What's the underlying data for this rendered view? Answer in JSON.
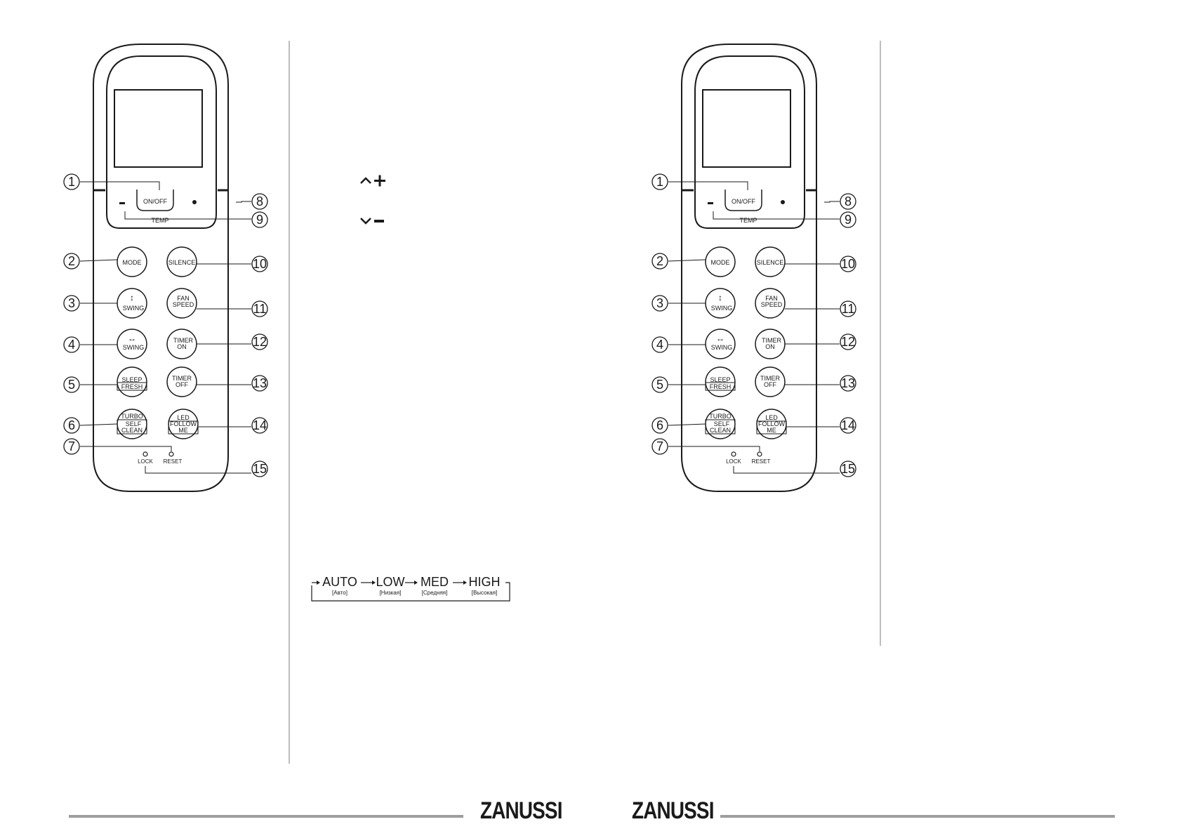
{
  "remote": {
    "buttons": {
      "on_off": "ON/OFF",
      "temp": "TEMP",
      "mode": "MODE",
      "silence": "SILENCE",
      "swing": "SWING",
      "fan": "FAN",
      "speed": "SPEED",
      "timer": "TIMER",
      "on": "ON",
      "off": "OFF",
      "sleep": "SLEEP",
      "fresh": "FRESH",
      "turbo": "TURBO",
      "self": "SELF",
      "clean": "CLEAN",
      "led": "LED",
      "follow": "FOLLOW",
      "me": "ME",
      "lock": "LOCK",
      "reset": "RESET"
    },
    "callouts": [
      "1",
      "2",
      "3",
      "4",
      "5",
      "6",
      "7",
      "8",
      "9",
      "10",
      "11",
      "12",
      "13",
      "14",
      "15"
    ]
  },
  "fan_speed_sequence": [
    {
      "label": "AUTO",
      "sub": "[Авто]"
    },
    {
      "label": "LOW",
      "sub": "[Низкая]"
    },
    {
      "label": "MED",
      "sub": "[Средняя]"
    },
    {
      "label": "HIGH",
      "sub": "[Высокая]"
    }
  ],
  "footer": {
    "brand_left": "ZANUSSI",
    "brand_right": "ZANUSSI"
  }
}
